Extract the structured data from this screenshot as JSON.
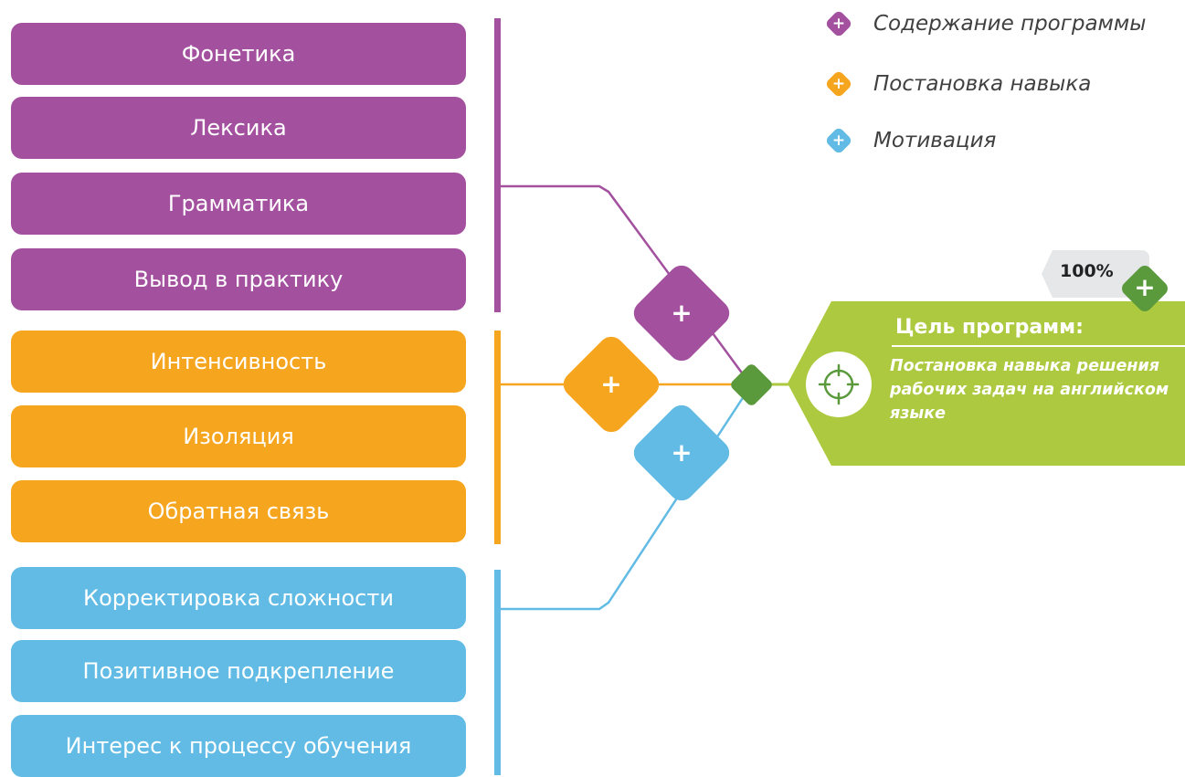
{
  "colors": {
    "content": "#a3509f",
    "skill": "#f6a51f",
    "motivation": "#61bbe4",
    "goal": "#acc93f",
    "hub": "#5b9a3c"
  },
  "groups": {
    "content": [
      "Фонетика",
      "Лексика",
      "Грамматика",
      "Вывод в практику"
    ],
    "skill": [
      "Интенсивность",
      "Изоляция",
      "Обратная связь"
    ],
    "motivation": [
      "Корректировка сложности",
      "Позитивное подкрепление",
      "Интерес к процессу обучения"
    ]
  },
  "legend": {
    "content": "Содержание программы",
    "skill": "Постановка навыка",
    "motivation": "Мотивация"
  },
  "plus_symbol": "+",
  "goal": {
    "title": "Цель программ:",
    "text": "Постановка навыка решения рабочих задач на английском языке",
    "percent": "100%",
    "icon": "target-icon"
  }
}
